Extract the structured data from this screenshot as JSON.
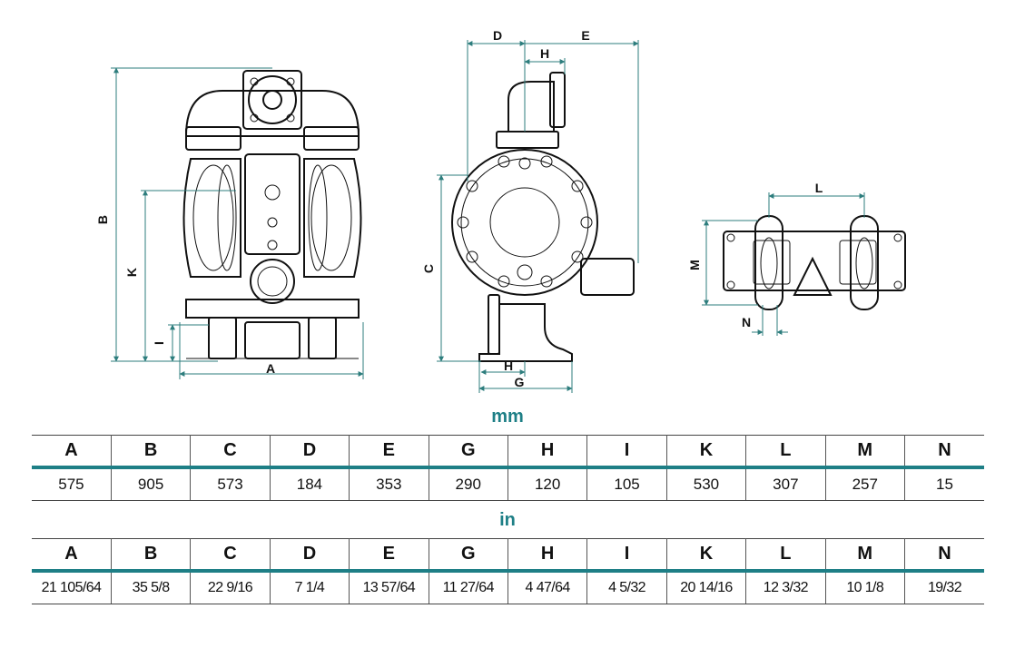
{
  "diagram": {
    "front_view_labels": {
      "A": "A",
      "B": "B",
      "I": "I",
      "K": "K"
    },
    "side_view_labels": {
      "C": "C",
      "D": "D",
      "E": "E",
      "G": "G",
      "H": "H"
    },
    "top_view_labels": {
      "L": "L",
      "M": "M",
      "N": "N"
    }
  },
  "tables": [
    {
      "unit": "mm",
      "columns": [
        "A",
        "B",
        "C",
        "D",
        "E",
        "G",
        "H",
        "I",
        "K",
        "L",
        "M",
        "N"
      ],
      "values": [
        "575",
        "905",
        "573",
        "184",
        "353",
        "290",
        "120",
        "105",
        "530",
        "307",
        "257",
        "15"
      ]
    },
    {
      "unit": "in",
      "columns": [
        "A",
        "B",
        "C",
        "D",
        "E",
        "G",
        "H",
        "I",
        "K",
        "L",
        "M",
        "N"
      ],
      "values": [
        "21 105/64",
        "35 5/8",
        "22 9/16",
        "7 1/4",
        "13 57/64",
        "11 27/64",
        "4 47/64",
        "4 5/32",
        "20 14/16",
        "12 3/32",
        "10 1/8",
        "19/32"
      ]
    }
  ],
  "colors": {
    "accent": "#1e7f86",
    "dimension_line": "#2d7d7d",
    "drawing": "#111111"
  }
}
